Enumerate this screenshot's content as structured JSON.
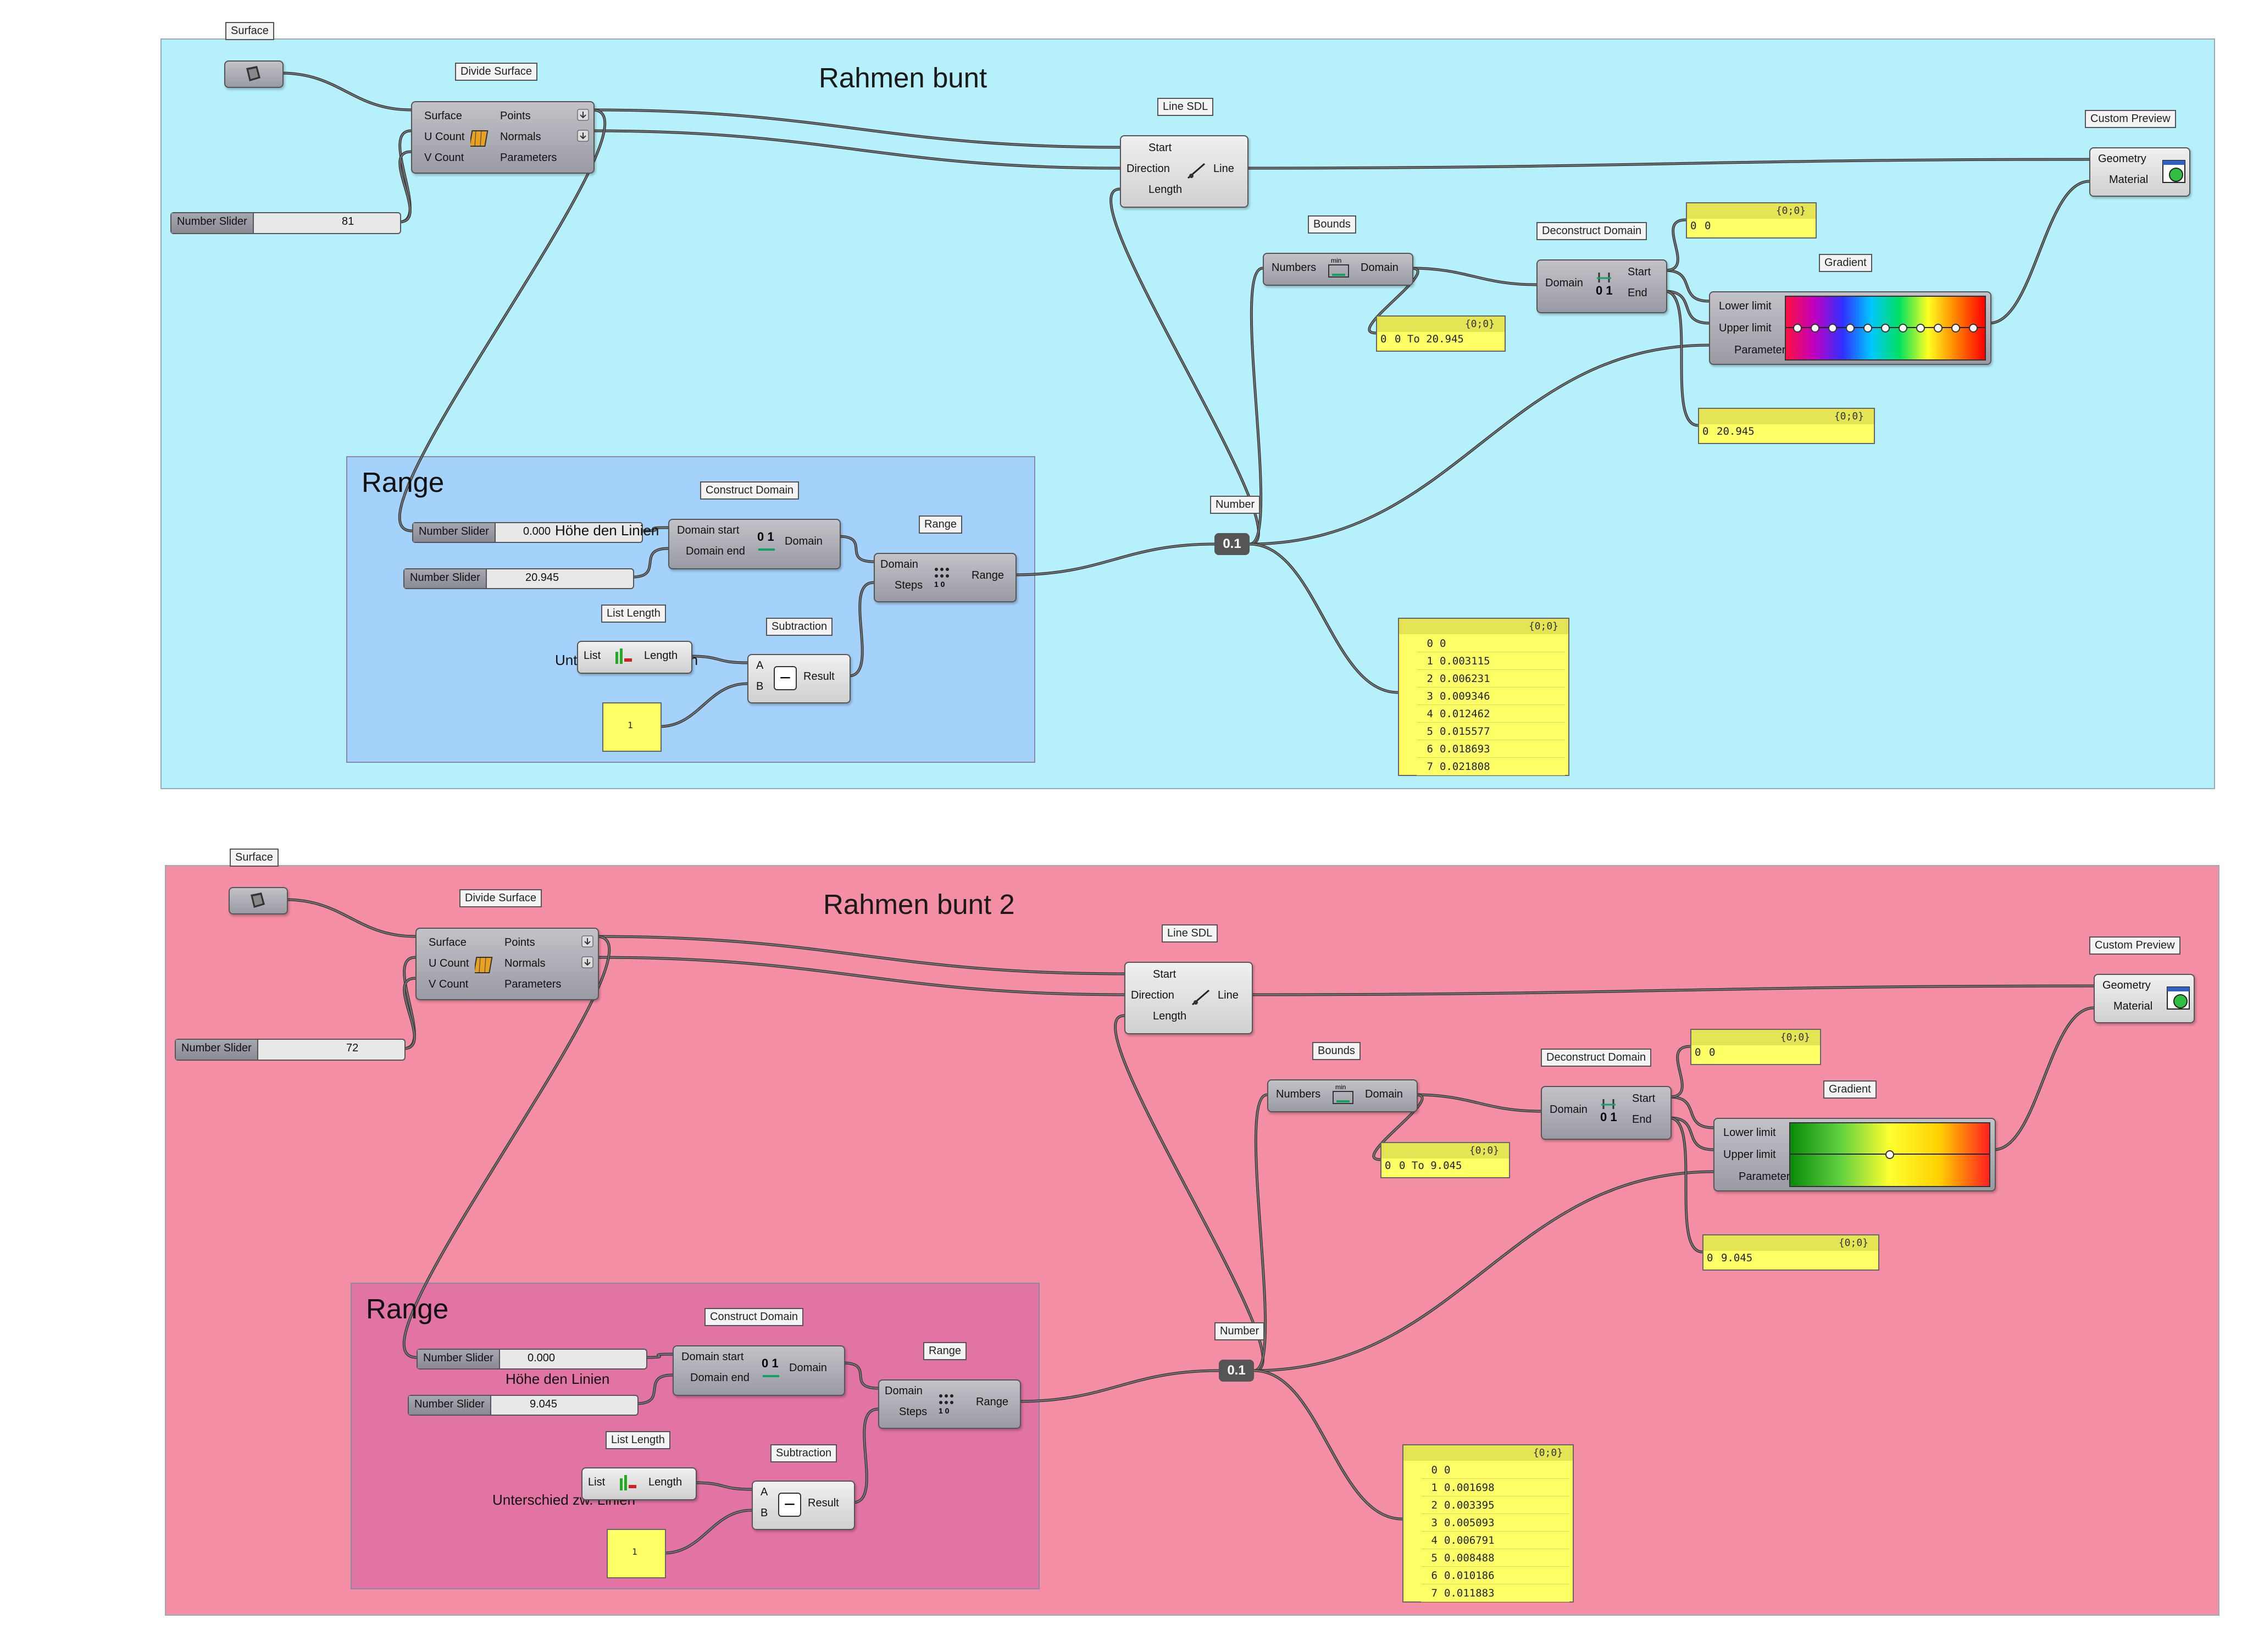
{
  "groups": [
    {
      "title": "Rahmen bunt",
      "color": "#b6f0fb",
      "surface_tag": "Surface",
      "divide": {
        "tag": "Divide Surface",
        "inputs": [
          "Surface",
          "U Count",
          "V Count"
        ],
        "outputs": [
          "Points",
          "Normals",
          "Parameters"
        ]
      },
      "slider_main": {
        "label": "Number Slider",
        "value": "81"
      },
      "linesdl": {
        "tag": "Line SDL",
        "inputs": [
          "Start",
          "Direction",
          "Length"
        ],
        "output": "Line"
      },
      "bounds": {
        "tag": "Bounds",
        "input": "Numbers",
        "output": "Domain"
      },
      "decon": {
        "tag": "Deconstruct Domain",
        "input": "Domain",
        "outputs": [
          "Start",
          "End"
        ]
      },
      "gradient": {
        "tag": "Gradient",
        "inputs": [
          "Lower limit",
          "Upper limit",
          "Parameter"
        ],
        "type": "rainbow"
      },
      "preview": {
        "tag": "Custom Preview",
        "inputs": [
          "Geometry",
          "Material"
        ]
      },
      "panel_start": {
        "path": "{0;0}",
        "row_index": "0",
        "row_value": "0"
      },
      "panel_domain": {
        "path": "{0;0}",
        "row_index": "0",
        "row_value": "0 To 20.945"
      },
      "panel_end": {
        "path": "{0;0}",
        "row_index": "0",
        "row_value": "20.945"
      },
      "number": {
        "tag": "Number",
        "value": "0.1"
      },
      "panel_list": {
        "path": "{0;0}",
        "rows": [
          {
            "i": "0",
            "v": "0"
          },
          {
            "i": "1",
            "v": "0.003115"
          },
          {
            "i": "2",
            "v": "0.006231"
          },
          {
            "i": "3",
            "v": "0.009346"
          },
          {
            "i": "4",
            "v": "0.012462"
          },
          {
            "i": "5",
            "v": "0.015577"
          },
          {
            "i": "6",
            "v": "0.018693"
          },
          {
            "i": "7",
            "v": "0.021808"
          }
        ]
      },
      "range_group": {
        "title": "Range",
        "color": "#a4d2fb",
        "slider_a": {
          "label": "Number Slider",
          "value": "0.000"
        },
        "slider_b": {
          "label": "Number Slider",
          "value": "20.945"
        },
        "note_height": "Höhe den Linien",
        "note_diff": "Unterschied zw. Linien",
        "construct": {
          "tag": "Construct Domain",
          "inputs": [
            "Domain start",
            "Domain end"
          ],
          "output": "Domain"
        },
        "range": {
          "tag": "Range",
          "inputs": [
            "Domain",
            "Steps"
          ],
          "output": "Range"
        },
        "listlen": {
          "tag": "List Length",
          "input": "List",
          "output": "Length"
        },
        "sub": {
          "tag": "Subtraction",
          "inputs": [
            "A",
            "B"
          ],
          "output": "Result",
          "op": "−"
        },
        "panel_one": "1"
      }
    },
    {
      "title": "Rahmen bunt 2",
      "color": "#f48ea4",
      "surface_tag": "Surface",
      "divide": {
        "tag": "Divide Surface",
        "inputs": [
          "Surface",
          "U Count",
          "V Count"
        ],
        "outputs": [
          "Points",
          "Normals",
          "Parameters"
        ]
      },
      "slider_main": {
        "label": "Number Slider",
        "value": "72"
      },
      "linesdl": {
        "tag": "Line SDL",
        "inputs": [
          "Start",
          "Direction",
          "Length"
        ],
        "output": "Line"
      },
      "bounds": {
        "tag": "Bounds",
        "input": "Numbers",
        "output": "Domain"
      },
      "decon": {
        "tag": "Deconstruct Domain",
        "input": "Domain",
        "outputs": [
          "Start",
          "End"
        ]
      },
      "gradient": {
        "tag": "Gradient",
        "inputs": [
          "Lower limit",
          "Upper limit",
          "Parameter"
        ],
        "type": "greenred"
      },
      "preview": {
        "tag": "Custom Preview",
        "inputs": [
          "Geometry",
          "Material"
        ]
      },
      "panel_start": {
        "path": "{0;0}",
        "row_index": "0",
        "row_value": "0"
      },
      "panel_domain": {
        "path": "{0;0}",
        "row_index": "0",
        "row_value": "0 To 9.045"
      },
      "panel_end": {
        "path": "{0;0}",
        "row_index": "0",
        "row_value": "9.045"
      },
      "number": {
        "tag": "Number",
        "value": "0.1"
      },
      "panel_list": {
        "path": "{0;0}",
        "rows": [
          {
            "i": "0",
            "v": "0"
          },
          {
            "i": "1",
            "v": "0.001698"
          },
          {
            "i": "2",
            "v": "0.003395"
          },
          {
            "i": "3",
            "v": "0.005093"
          },
          {
            "i": "4",
            "v": "0.006791"
          },
          {
            "i": "5",
            "v": "0.008488"
          },
          {
            "i": "6",
            "v": "0.010186"
          },
          {
            "i": "7",
            "v": "0.011883"
          }
        ]
      },
      "range_group": {
        "title": "Range",
        "color": "#e274a4",
        "slider_a": {
          "label": "Number Slider",
          "value": "0.000"
        },
        "slider_b": {
          "label": "Number Slider",
          "value": "9.045"
        },
        "note_height": "Höhe den Linien",
        "note_diff": "Unterschied zw. Linien",
        "construct": {
          "tag": "Construct Domain",
          "inputs": [
            "Domain start",
            "Domain end"
          ],
          "output": "Domain"
        },
        "range": {
          "tag": "Range",
          "inputs": [
            "Domain",
            "Steps"
          ],
          "output": "Range"
        },
        "listlen": {
          "tag": "List Length",
          "input": "List",
          "output": "Length"
        },
        "sub": {
          "tag": "Subtraction",
          "inputs": [
            "A",
            "B"
          ],
          "output": "Result",
          "op": "−"
        },
        "panel_one": "1"
      }
    }
  ]
}
